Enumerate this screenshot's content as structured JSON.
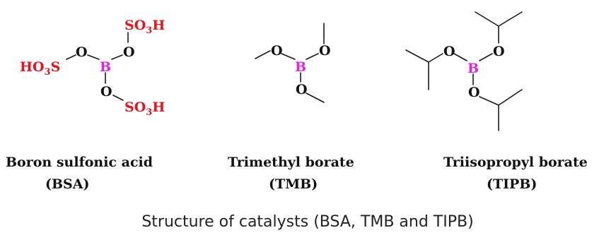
{
  "colors": {
    "text": "#111111",
    "bond": "#1a1a1a",
    "oxygen": "#111111",
    "boron": "#e023e0",
    "sulfonic": "#e8131b"
  },
  "atoms": {
    "oxygen": "O",
    "boron": "B",
    "sulfonic_left": "HO",
    "sulfonic_left_sub": "3",
    "sulfonic_left_tail": "S",
    "sulfonic_right_head": "SO",
    "sulfonic_right_sub": "3",
    "sulfonic_right_tail": "H"
  },
  "molecules": [
    {
      "name": "Boron sulfonic acid",
      "abbreviation": "(BSA)"
    },
    {
      "name": "Trimethyl borate",
      "abbreviation": "(TMB)"
    },
    {
      "name": "Triisopropyl borate",
      "abbreviation": "(TIPB)"
    }
  ],
  "caption": "Structure of catalysts (BSA, TMB and TIPB)"
}
